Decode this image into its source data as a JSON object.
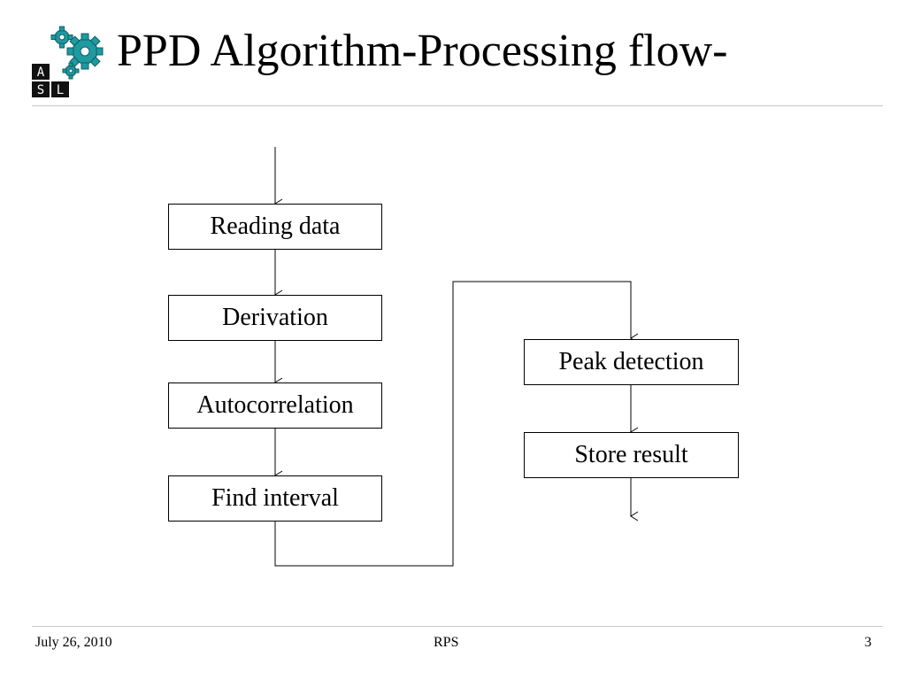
{
  "slide": {
    "title": "PPD Algorithm-Processing flow-"
  },
  "logo": {
    "letters": [
      "A",
      "S",
      "L"
    ],
    "color": "#1e9aa0"
  },
  "flow": {
    "steps": [
      "Reading data",
      "Derivation",
      "Autocorrelation",
      "Find interval",
      "Peak detection",
      "Store result"
    ]
  },
  "footer": {
    "date": "July 26, 2010",
    "center": "RPS",
    "page": "3"
  }
}
